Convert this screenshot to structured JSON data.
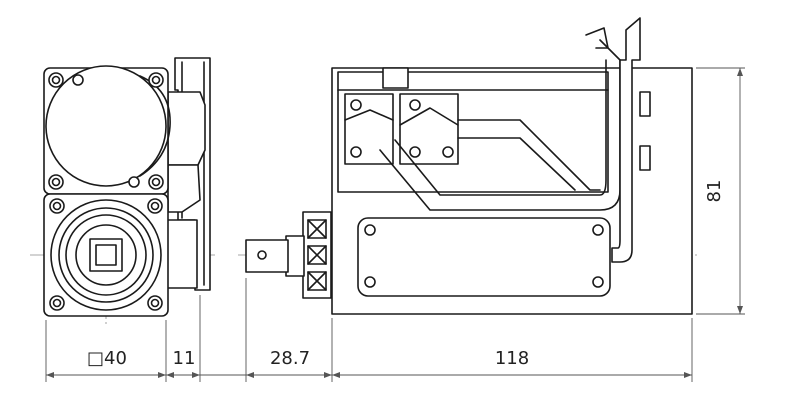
{
  "dimensions": {
    "flange_square": "□40",
    "connector_offset": "11",
    "shaft_length": "28.7",
    "body_length": "118",
    "height": "81"
  },
  "colors": {
    "line": "#1a1a1a",
    "centerline": "#8a8a8a",
    "dimension": "#555555"
  }
}
